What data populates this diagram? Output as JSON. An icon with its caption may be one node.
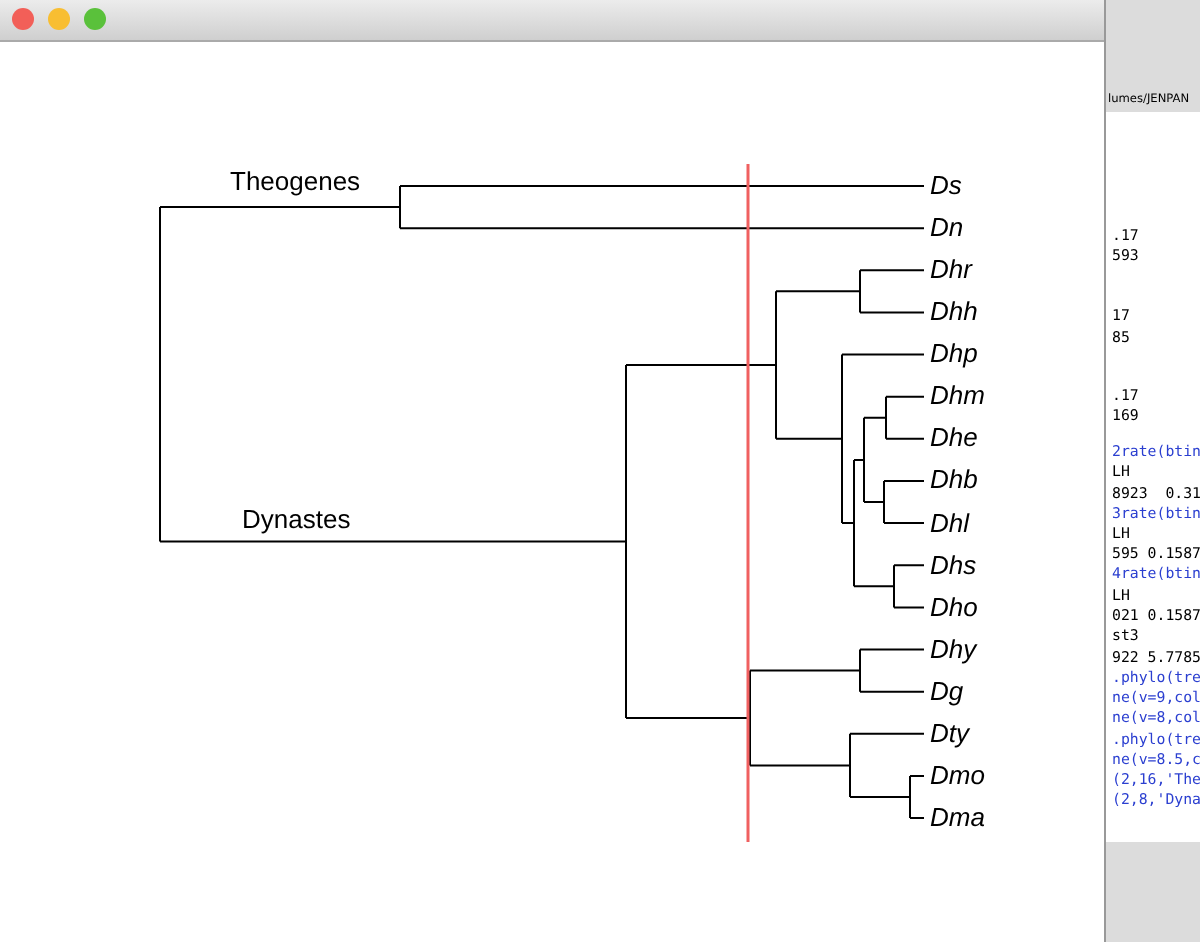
{
  "diagram": {
    "labels": [
      "Theogenes",
      "Dynastes",
      "Ds",
      "Dn",
      "Dhr",
      "Dhh",
      "Dhp",
      "Dhm",
      "Dhe",
      "Dhb",
      "Dhl",
      "Dhs",
      "Dho",
      "Dhy",
      "Dg",
      "Dty",
      "Dmo",
      "Dma",
      "lumes/JENPAN",
      ".17",
      "593",
      "17",
      "85",
      ".17",
      "169",
      "2rate(btin",
      "LH",
      "8923  0.31",
      "3rate(btin",
      "LH",
      "595 0.1587",
      "4rate(btin",
      "LH",
      "021 0.1587",
      "st3",
      "922 5.7785",
      ".phylo(tre",
      "ne(v=9,col",
      "ne(v=8,col",
      ".phylo(tre",
      "ne(v=8.5,c",
      "(2,16,'The",
      "(2,8,'Dyna"
    ]
  }
}
